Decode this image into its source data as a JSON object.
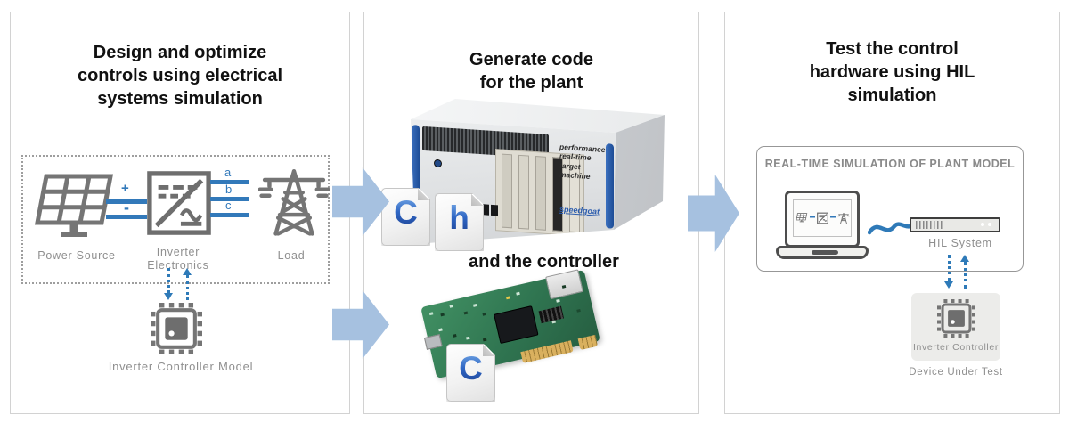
{
  "colors": {
    "accent_blue": "#3279ba",
    "dotted_arrow_blue": "#2e7ab8",
    "big_arrow_blue": "#a6c1e0",
    "icon_gray": "#757575",
    "label_gray": "#8f8f8f",
    "panel_border": "#d2d2d2",
    "file_letter_blue": "#2f66c4",
    "speedgoat_blue": "#2b5cad",
    "pcb_green": "#2f7450"
  },
  "panels": {
    "design": {
      "title": "Design and optimize\ncontrols using electrical\nsystems simulation",
      "power_source": "Power Source",
      "inverter": "Inverter\nElectronics",
      "load": "Load",
      "dc_plus": "+",
      "dc_minus": "-",
      "phase_a": "a",
      "phase_b": "b",
      "phase_c": "c",
      "controller_model": "Inverter Controller Model"
    },
    "generate": {
      "title": "Generate code\nfor the plant",
      "subtitle": "and the controller",
      "machine_text": "performance\nreal-time\ntarget\nmachine",
      "machine_brand": "speedgoat",
      "file_c": "C",
      "file_h": "h",
      "file_c_board": "C"
    },
    "test": {
      "title": "Test the control\nhardware using HIL\nsimulation",
      "sim_box_title": "REAL-TIME SIMULATION OF PLANT MODEL",
      "hil_system": "HIL System",
      "inverter_controller": "Inverter Controller",
      "device_under_test": "Device Under Test"
    }
  }
}
